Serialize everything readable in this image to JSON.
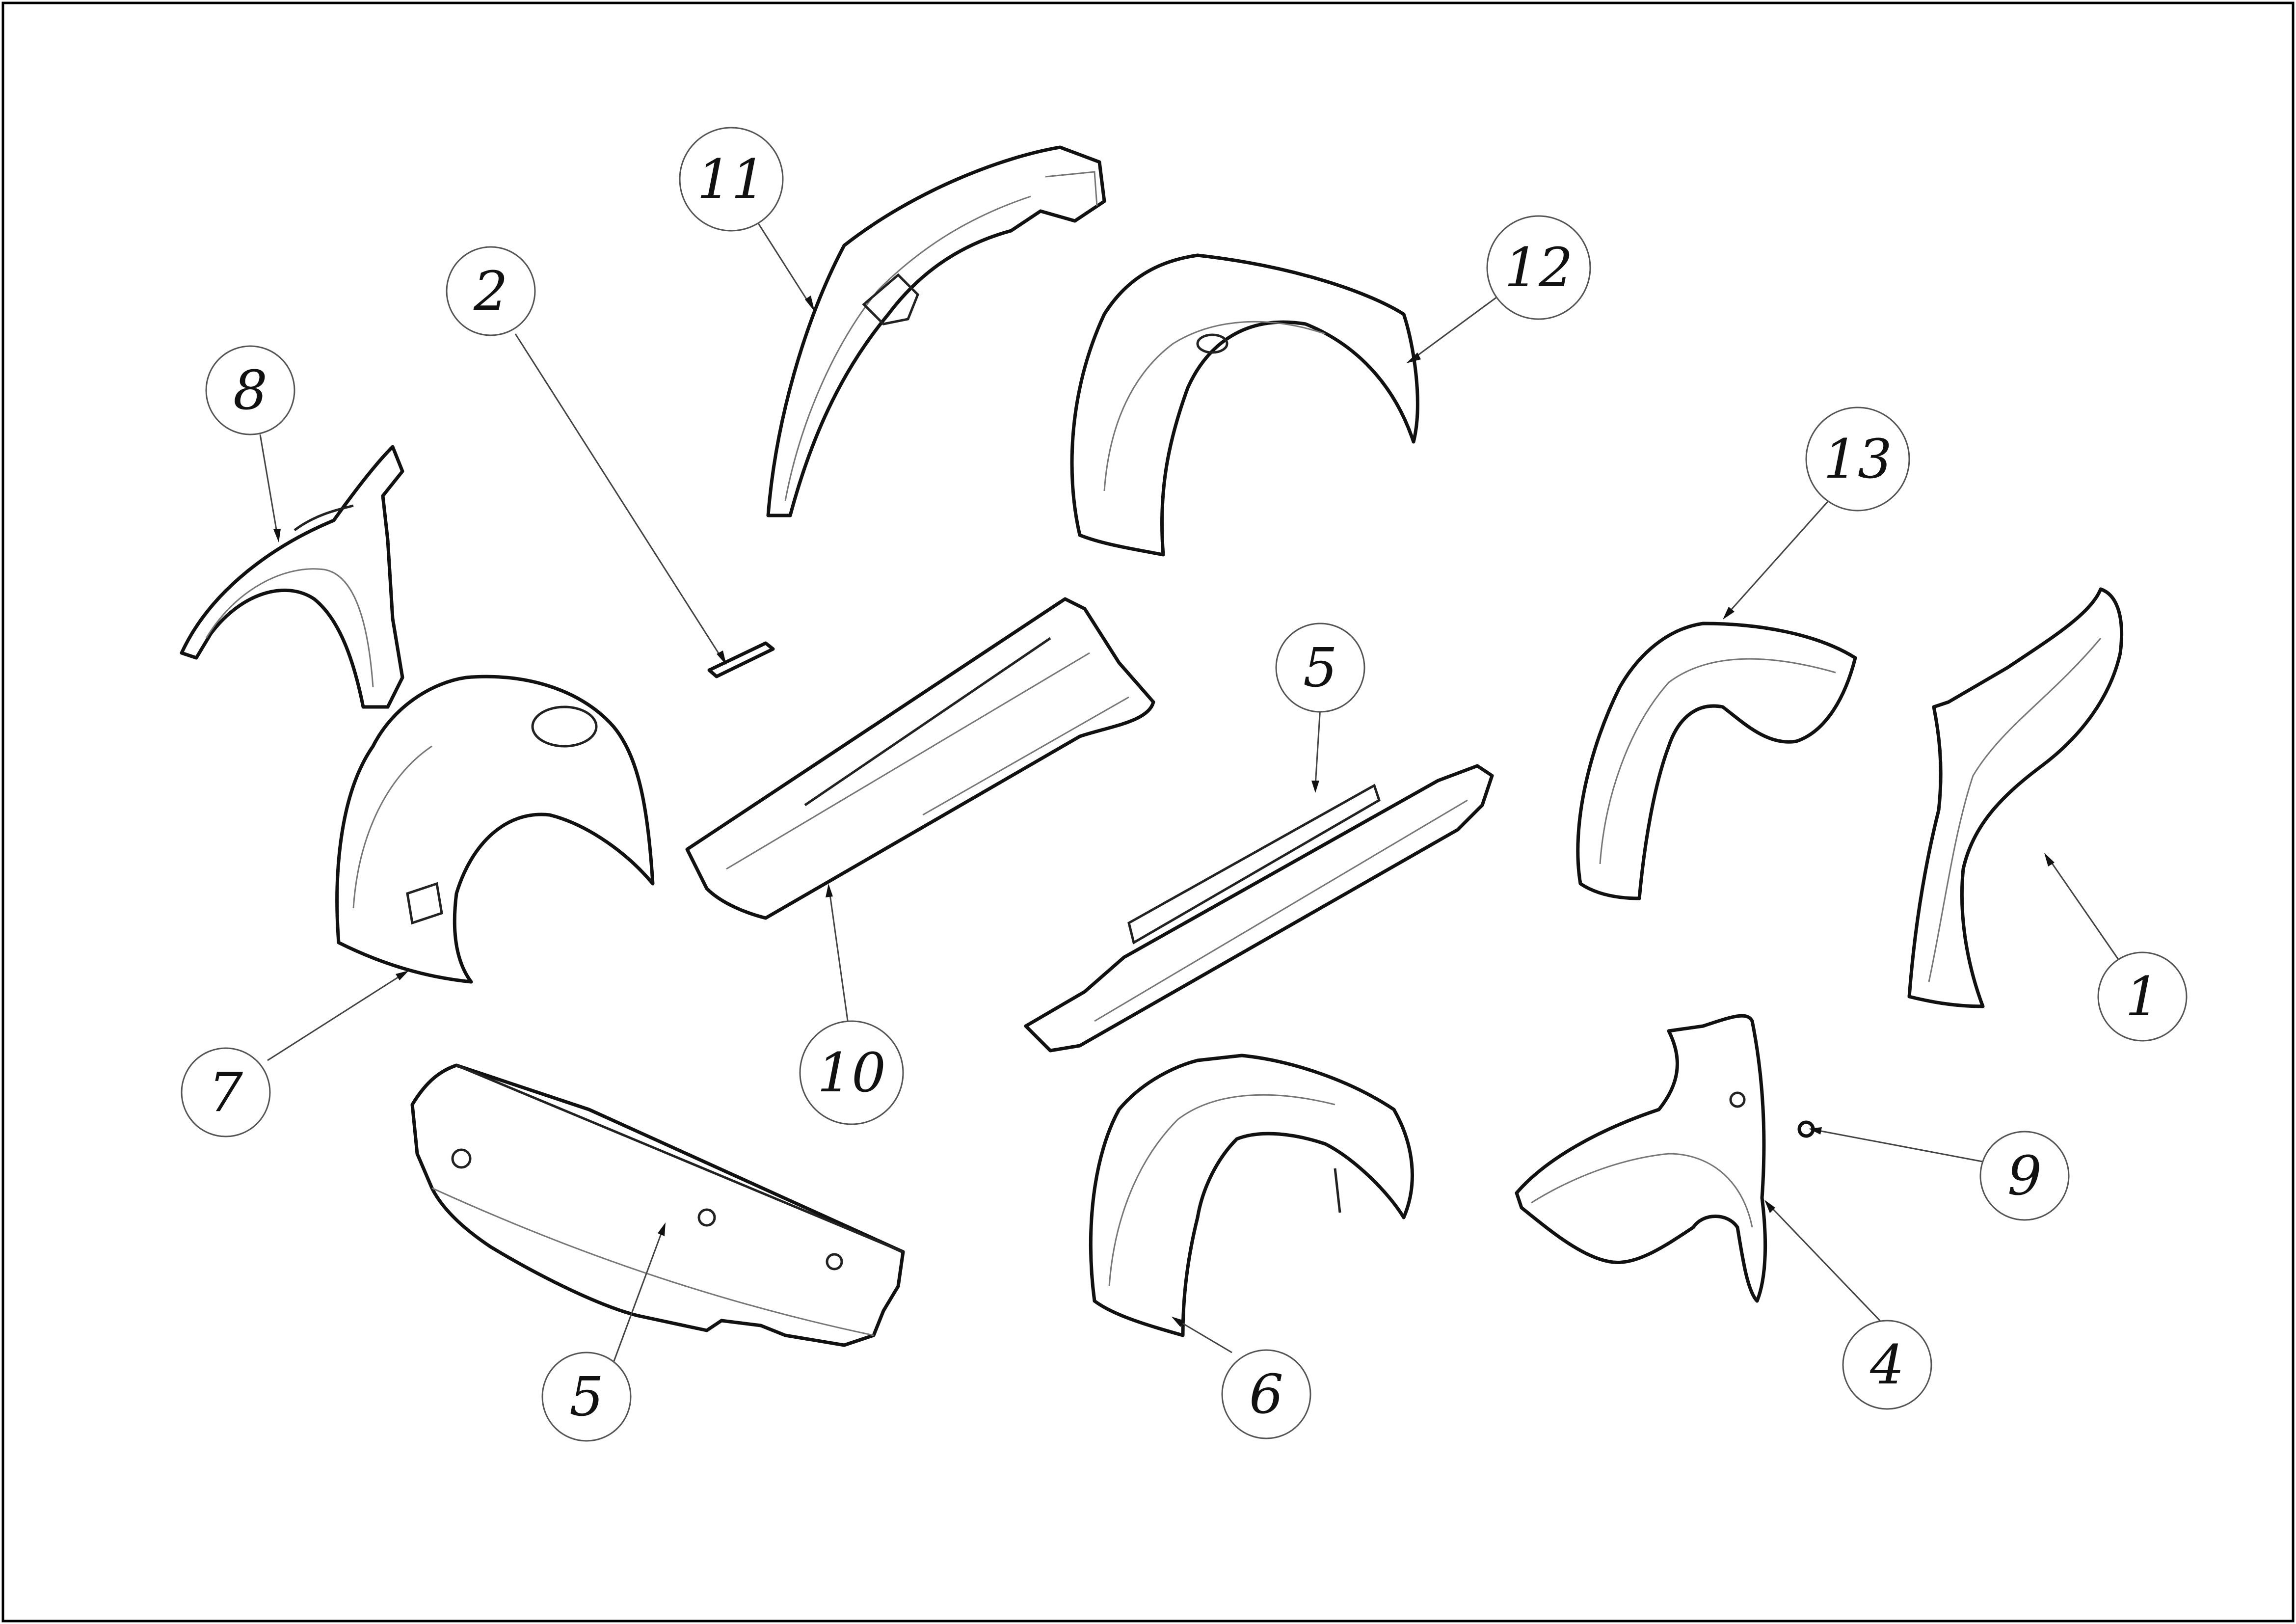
{
  "diagram": {
    "callouts": [
      {
        "id": "c11",
        "label": "11"
      },
      {
        "id": "c2",
        "label": "2"
      },
      {
        "id": "c12",
        "label": "12"
      },
      {
        "id": "c8",
        "label": "8"
      },
      {
        "id": "c13",
        "label": "13"
      },
      {
        "id": "c5a",
        "label": "5"
      },
      {
        "id": "c1",
        "label": "1"
      },
      {
        "id": "c7",
        "label": "7"
      },
      {
        "id": "c10",
        "label": "10"
      },
      {
        "id": "c9",
        "label": "9"
      },
      {
        "id": "c5b",
        "label": "5"
      },
      {
        "id": "c6",
        "label": "6"
      },
      {
        "id": "c4",
        "label": "4"
      }
    ]
  }
}
